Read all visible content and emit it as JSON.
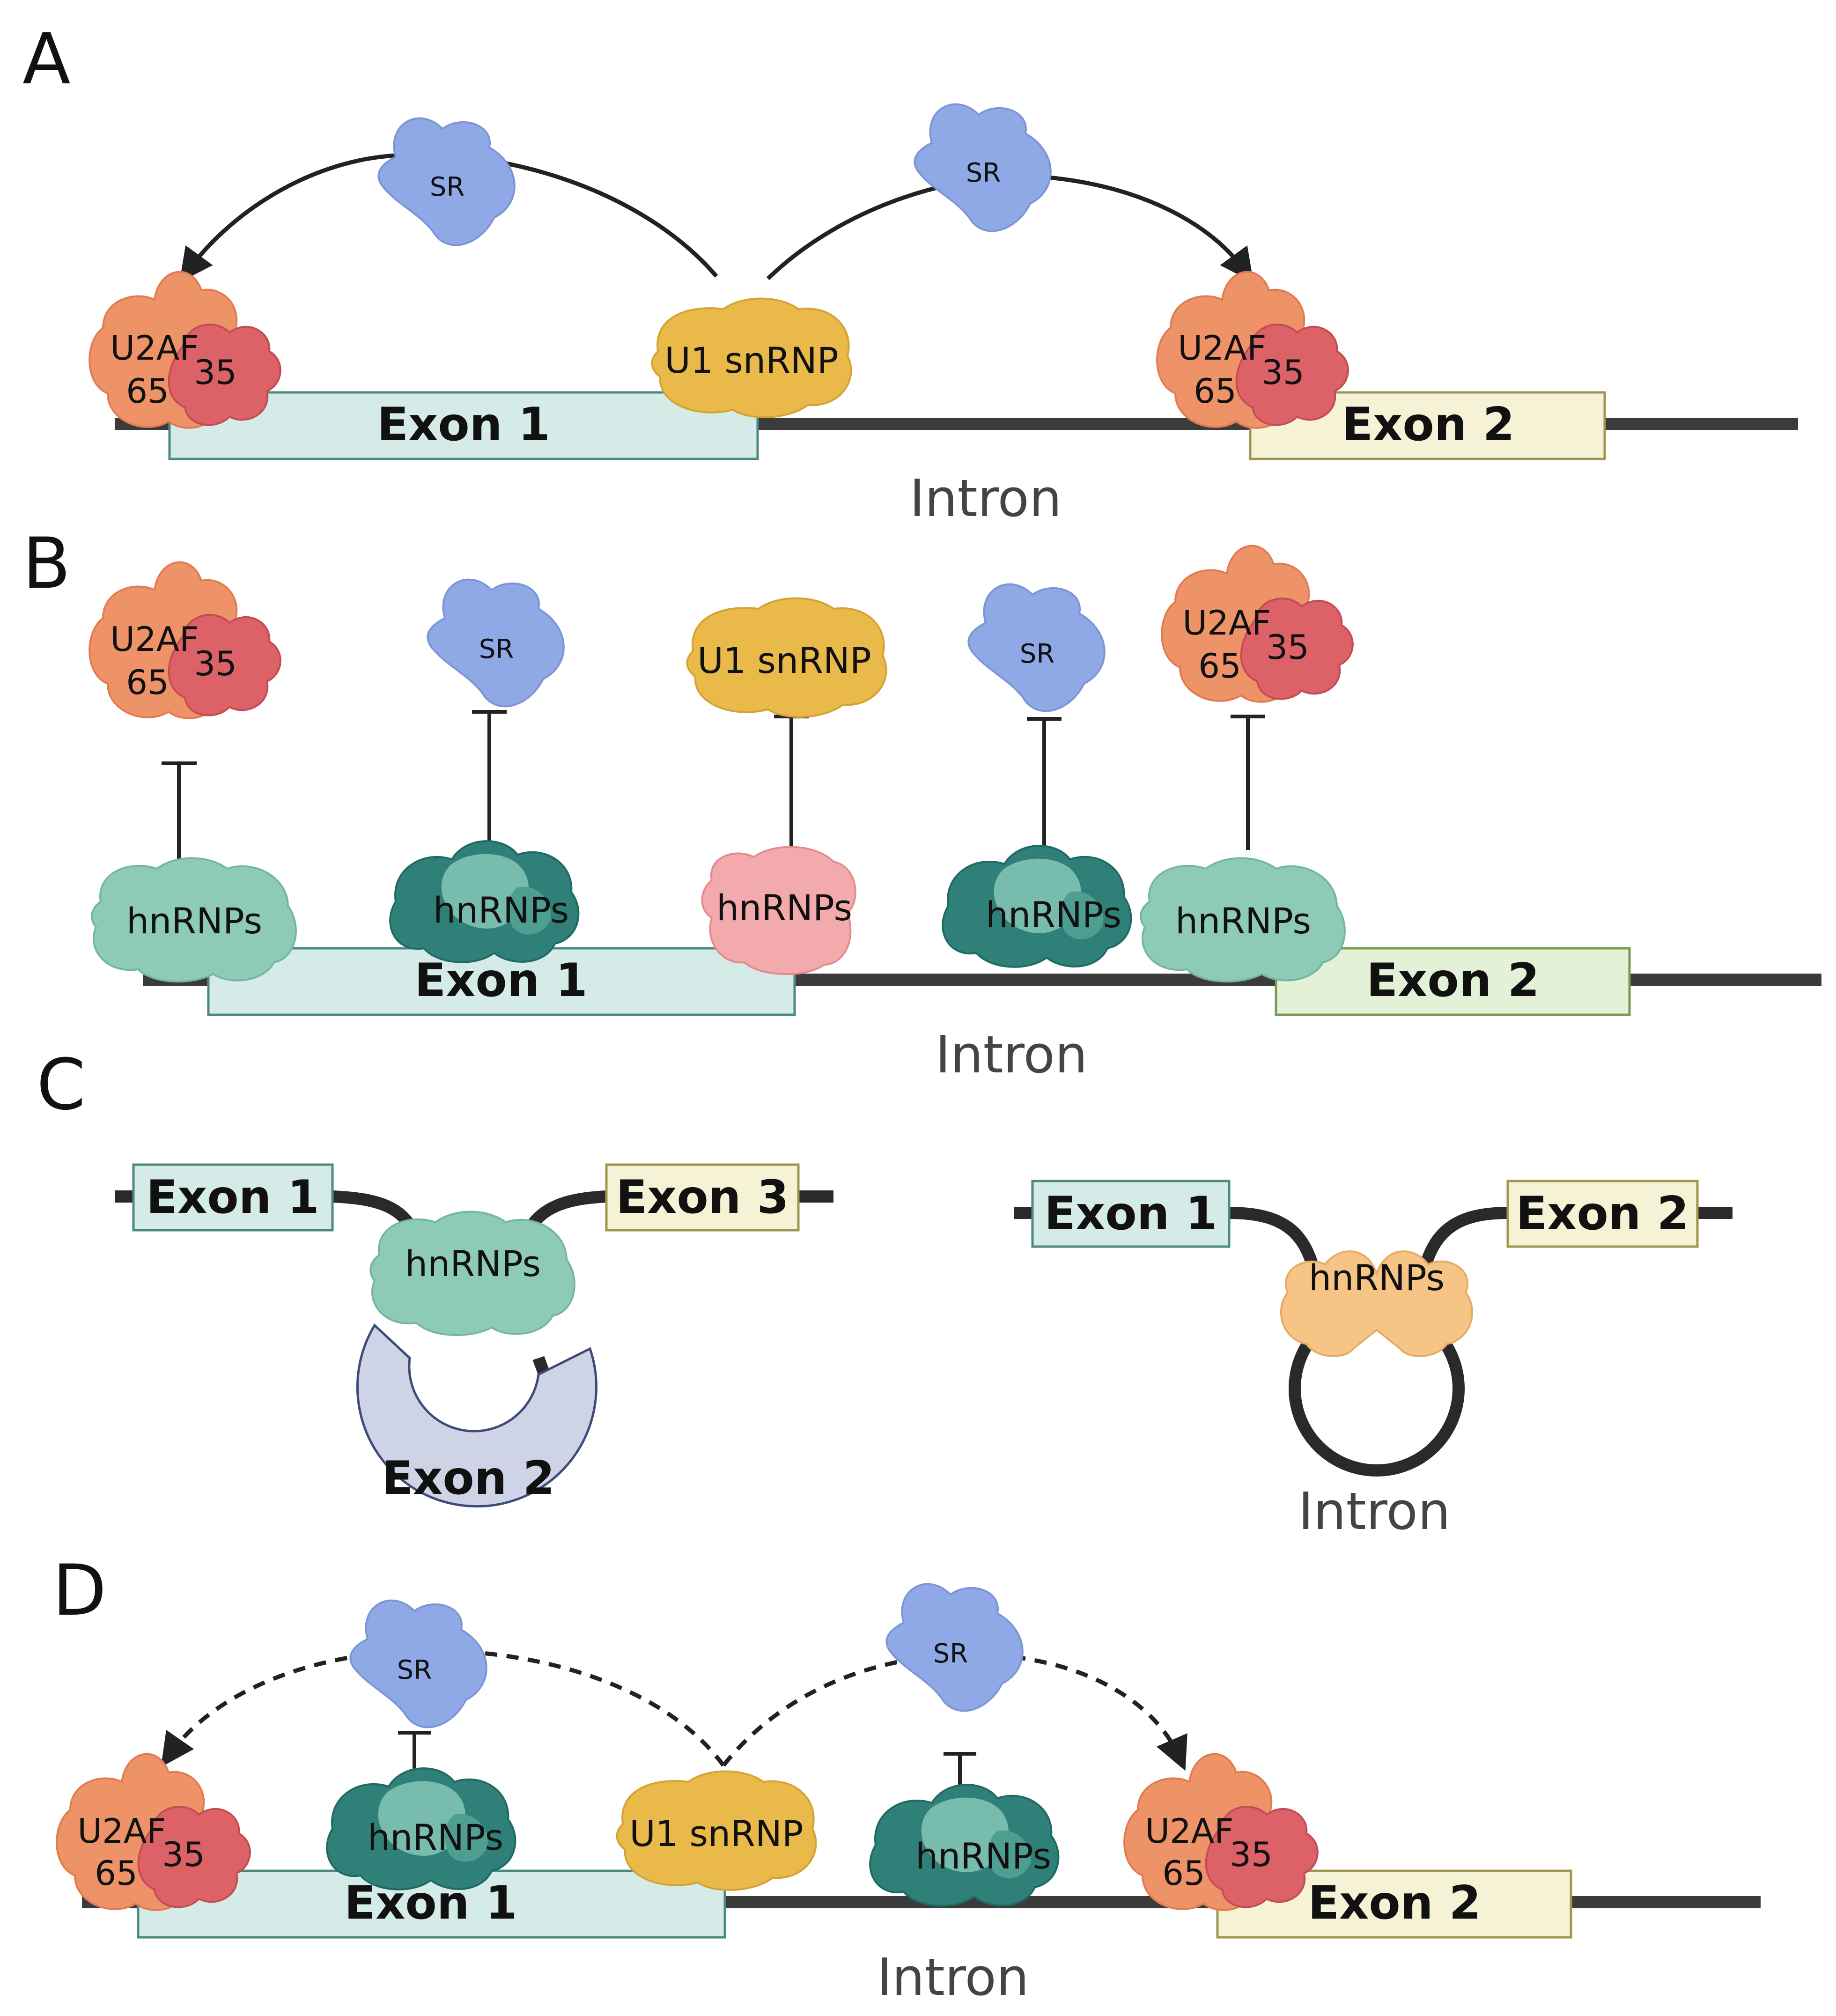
{
  "panels": {
    "a": {
      "letter": "A",
      "exon1": "Exon 1",
      "exon2": "Exon 2",
      "intron": "Intron",
      "sr1": "SR",
      "sr2": "SR",
      "u1": "U1 snRNP",
      "u2af_a": "U2AF",
      "u2af_b": "65",
      "u2af_c": "35"
    },
    "b": {
      "letter": "B",
      "exon1": "Exon 1",
      "exon2": "Exon 2",
      "intron": "Intron",
      "hnrnps": "hnRNPs",
      "sr": "SR",
      "u1": "U1 snRNP",
      "u2af_a": "U2AF",
      "u2af_b": "65",
      "u2af_c": "35"
    },
    "c": {
      "letter": "C",
      "left": {
        "exon1": "Exon 1",
        "exon2": "Exon 2",
        "exon3": "Exon 3",
        "hnrnps": "hnRNPs"
      },
      "right": {
        "exon1": "Exon 1",
        "exon2": "Exon 2",
        "hnrnps": "hnRNPs",
        "intron": "Intron"
      }
    },
    "d": {
      "letter": "D",
      "exon1": "Exon 1",
      "exon2": "Exon 2",
      "intron": "Intron",
      "sr": "SR",
      "u1": "U1 snRNP",
      "hnrnps": "hnRNPs",
      "u2af_a": "U2AF",
      "u2af_b": "65",
      "u2af_c": "35"
    }
  },
  "colors": {
    "exon_teal": "#d5ebe8",
    "exon_yellow": "#f5f2d6",
    "exon_green": "#e3f2d6",
    "exon_lavender": "#ced4e6",
    "strand": "#3b3b3b",
    "sr_blue": "#8fa8e6",
    "u1_gold": "#e9b94a",
    "u2af65_orange": "#ee9268",
    "u2af35_red": "#dc6268",
    "hnrnp_mint": "#8dcbb8",
    "hnrnp_dark": "#2f8078",
    "hnrnp_pink": "#f2aaad",
    "hnrnp_peach": "#f6c586"
  }
}
